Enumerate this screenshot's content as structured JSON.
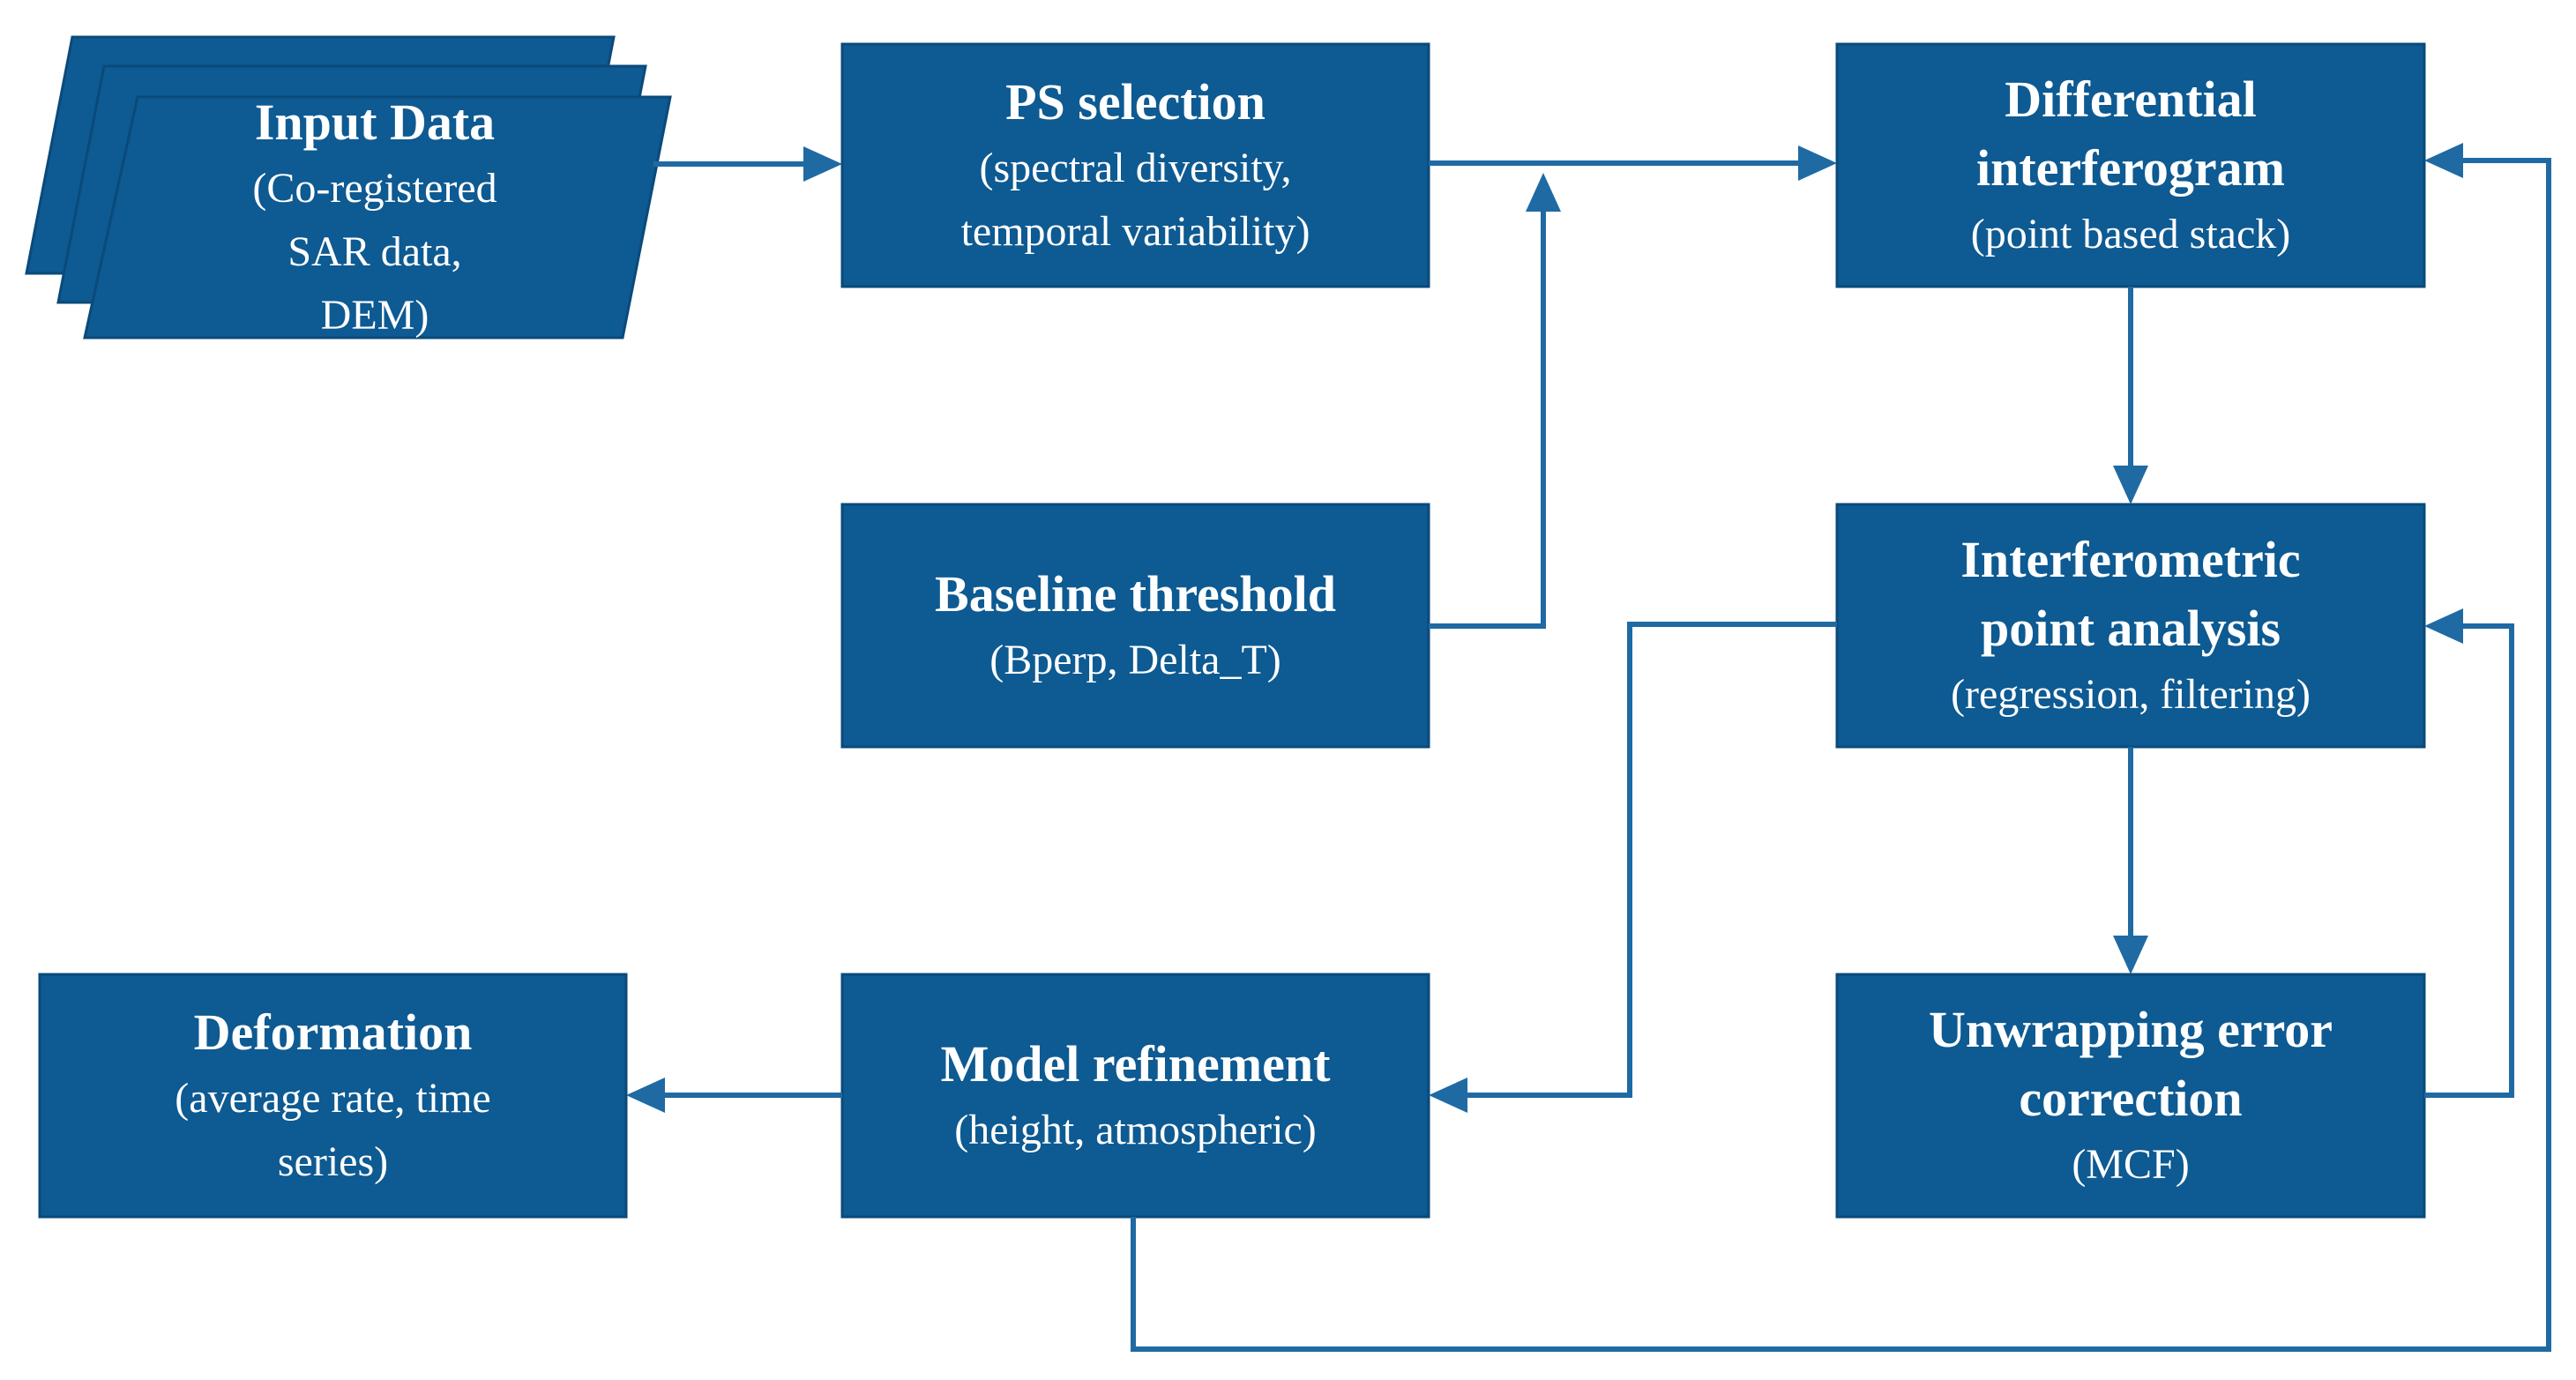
{
  "theme": {
    "box_fill": "#0e5a92",
    "box_border": "#0a4a7a",
    "arrow_color": "#1f6aa3",
    "text_color": "#ffffff"
  },
  "nodes": {
    "input_data": {
      "title": "Input Data",
      "lines": [
        "(Co-registered",
        "SAR data,",
        "DEM)"
      ]
    },
    "ps_selection": {
      "title": "PS selection",
      "lines": [
        "(spectral diversity,",
        "temporal variability)"
      ]
    },
    "differential_interferogram": {
      "title_lines": [
        "Differential",
        "interferogram"
      ],
      "lines": [
        "(point based stack)"
      ]
    },
    "baseline_threshold": {
      "title": "Baseline threshold",
      "lines": [
        "(Bperp, Delta_T)"
      ]
    },
    "interferometric_point_analysis": {
      "title_lines": [
        "Interferometric",
        "point analysis"
      ],
      "lines": [
        "(regression, filtering)"
      ]
    },
    "deformation": {
      "title": "Deformation",
      "lines": [
        "(average rate, time",
        "series)"
      ]
    },
    "model_refinement": {
      "title": "Model refinement",
      "lines": [
        "(height, atmospheric)"
      ]
    },
    "unwrapping_error_correction": {
      "title_lines": [
        "Unwrapping error",
        "correction"
      ],
      "lines": [
        "(MCF)"
      ]
    }
  },
  "edges": [
    {
      "from": "Input Data",
      "to": "PS selection"
    },
    {
      "from": "PS selection",
      "to": "Differential interferogram"
    },
    {
      "from": "Baseline threshold",
      "to": "Differential interferogram"
    },
    {
      "from": "Differential interferogram",
      "to": "Interferometric point analysis"
    },
    {
      "from": "Interferometric point analysis",
      "to": "Unwrapping error correction"
    },
    {
      "from": "Unwrapping error correction",
      "to": "Interferometric point analysis"
    },
    {
      "from": "Interferometric point analysis",
      "to": "Model refinement"
    },
    {
      "from": "Model refinement",
      "to": "Deformation"
    },
    {
      "from": "Model refinement",
      "to": "Differential interferogram"
    }
  ]
}
